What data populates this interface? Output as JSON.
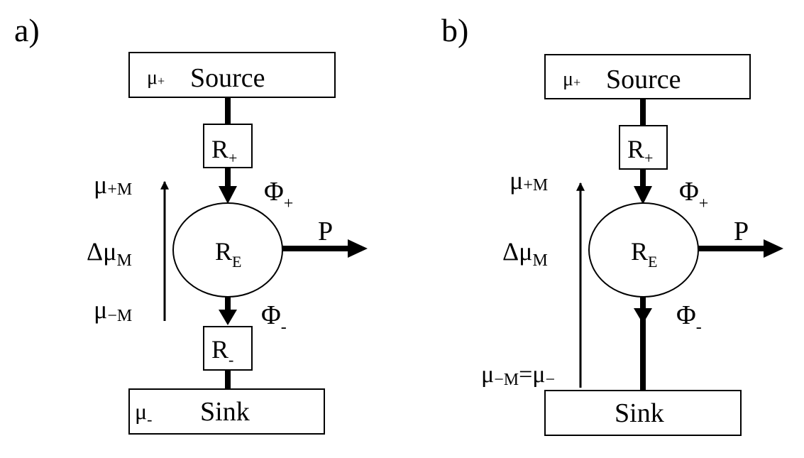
{
  "panel_a": {
    "label": "a)",
    "source_mu": "μ",
    "source_mu_sub": "+",
    "source_label": "Source",
    "r_plus": "R",
    "r_plus_sub": "+",
    "phi_plus": "Φ",
    "phi_plus_sub": "+",
    "center": "R",
    "center_sub": "E",
    "power": "P",
    "phi_minus": "Φ",
    "phi_minus_sub": "-",
    "r_minus": "R",
    "r_minus_sub": "-",
    "sink_mu": "μ",
    "sink_mu_sub": "-",
    "sink_label": "Sink",
    "mu_plus_m": "μ",
    "mu_plus_m_sub": "+M",
    "delta_mu_m": "Δμ",
    "delta_mu_m_sub": "M",
    "mu_minus_m": "μ",
    "mu_minus_m_sub": "−M"
  },
  "panel_b": {
    "label": "b)",
    "source_mu": "μ",
    "source_mu_sub": "+",
    "source_label": "Source",
    "r_plus": "R",
    "r_plus_sub": "+",
    "phi_plus": "Φ",
    "phi_plus_sub": "+",
    "center": "R",
    "center_sub": "E",
    "power": "P",
    "phi_minus": "Φ",
    "phi_minus_sub": "-",
    "sink_label": "Sink",
    "mu_plus_m": "μ",
    "mu_plus_m_sub": "+M",
    "delta_mu_m": "Δμ",
    "delta_mu_m_sub": "M",
    "mu_eq_a": "μ",
    "mu_eq_a_sub": "−M",
    "mu_eq_mid": "=μ",
    "mu_eq_b_sub": "−"
  }
}
